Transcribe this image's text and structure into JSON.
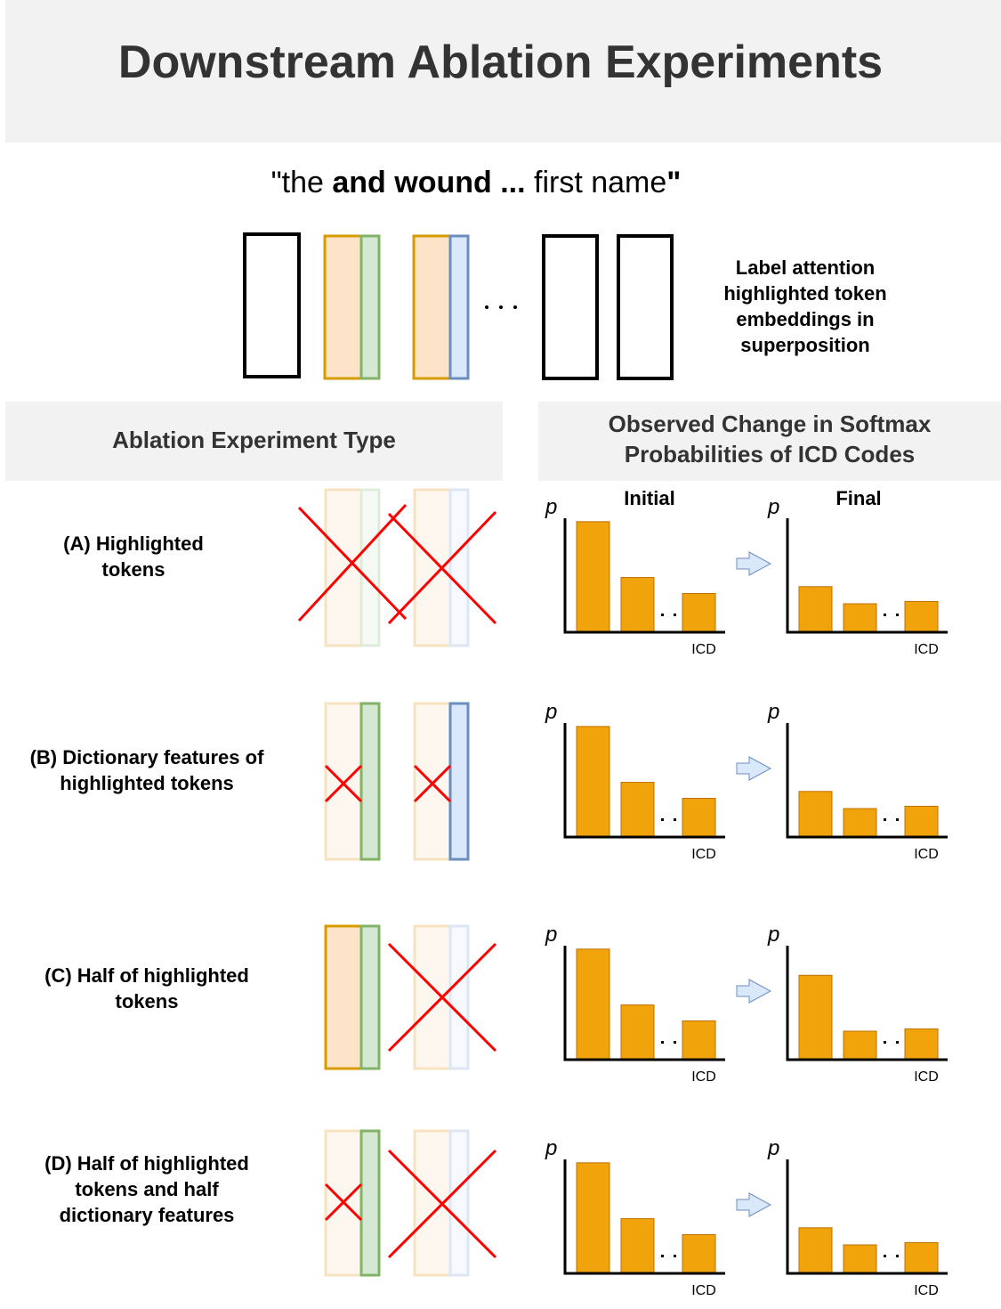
{
  "title": "Downstream Ablation Experiments",
  "sentence": {
    "open_quote": "\"",
    "part1": "the ",
    "bold": "and wound ...",
    "part2": " first name",
    "close_quote": "\""
  },
  "side_note": "Label attention highlighted token embeddings in superposition",
  "column_headers": {
    "left": "Ablation Experiment Type",
    "right": "Observed Change in Softmax Probabilities of ICD Codes"
  },
  "panel_headers": {
    "initial": "Initial",
    "final": "Final"
  },
  "axis": {
    "y": "p",
    "x": "ICD"
  },
  "colors": {
    "orange_fill": "#fde3c8",
    "orange_stroke": "#d79b00",
    "green_fill": "#d5e8d4",
    "green_stroke": "#82b366",
    "blue_fill": "#dae8fc",
    "blue_stroke": "#6c8ebf",
    "bar": "#f0a30a",
    "bar_stroke": "#bd7000",
    "cross": "#ff0000",
    "arrow": "#dae8fc"
  },
  "rows": [
    {
      "label": "(A) Highlighted tokens",
      "initial": [
        0.97,
        0.48,
        0.34
      ],
      "final": [
        0.4,
        0.25,
        0.27
      ]
    },
    {
      "label": "(B) Dictionary features of highlighted tokens",
      "initial": [
        0.97,
        0.48,
        0.34
      ],
      "final": [
        0.4,
        0.25,
        0.27
      ]
    },
    {
      "label": "(C) Half of highlighted tokens",
      "initial": [
        0.97,
        0.48,
        0.34
      ],
      "final": [
        0.74,
        0.25,
        0.27
      ]
    },
    {
      "label": "(D) Half of highlighted tokens and half dictionary features",
      "initial": [
        0.97,
        0.48,
        0.34
      ],
      "final": [
        0.4,
        0.25,
        0.27
      ]
    }
  ]
}
